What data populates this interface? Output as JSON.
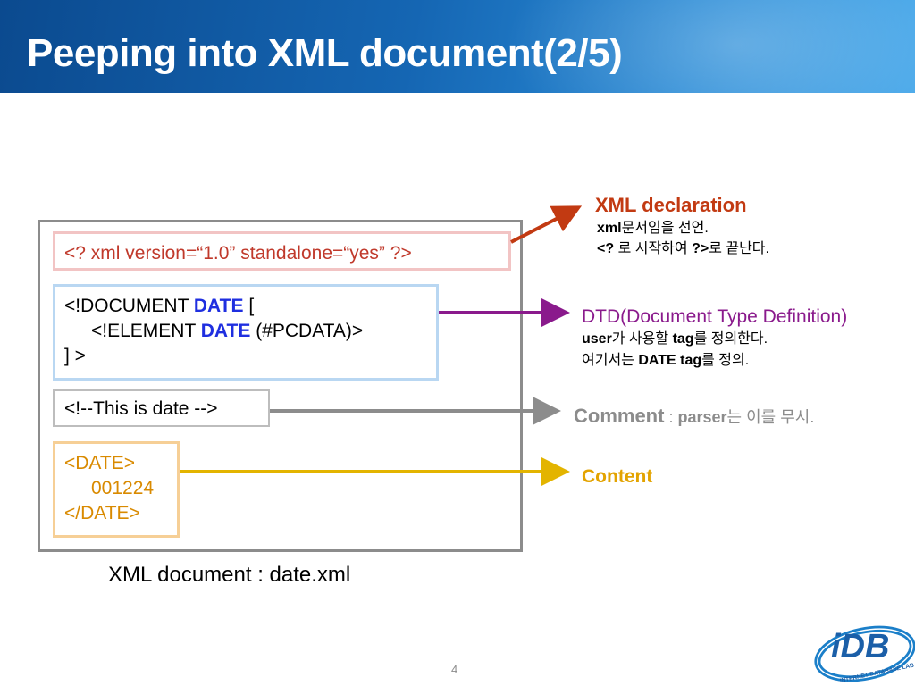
{
  "slide": {
    "title": "Peeping into XML document(2/5)",
    "page_number": "4",
    "caption": "XML document : date.xml"
  },
  "code": {
    "declaration": "<? xml version=“1.0” standalone=“yes” ?>",
    "dtd_line1_prefix": "<!DOCUMENT ",
    "dtd_line1_kw": "DATE",
    "dtd_line1_suffix": " [",
    "dtd_line2_prefix": "<!ELEMENT ",
    "dtd_line2_kw": "DATE",
    "dtd_line2_suffix": "  (#PCDATA)>",
    "dtd_line3": "] >",
    "comment": "<!--This is date -->",
    "content_open": "<DATE>",
    "content_value": "001224",
    "content_close": "</DATE>"
  },
  "labels": {
    "declaration": {
      "title": "XML declaration",
      "line1_bold": "xml",
      "line1_rest": "문서임을 선언.",
      "line2_bold_a": "<?",
      "line2_mid": " 로 시작하여 ",
      "line2_bold_b": "?>",
      "line2_rest": "로 끝난다."
    },
    "dtd": {
      "title": "DTD(Document Type Definition)",
      "line1_bold_a": "user",
      "line1_mid": "가 사용할 ",
      "line1_bold_b": "tag",
      "line1_rest": "를 정의한다.",
      "line2_prefix": "여기서는 ",
      "line2_bold": "DATE tag",
      "line2_rest": "를 정의."
    },
    "comment": {
      "title": "Comment",
      "sep": " : ",
      "bold": "parser",
      "rest": "는 이를 무시."
    },
    "content": {
      "title": "Content"
    }
  },
  "logo": {
    "text": "iDB",
    "ring_text": "INTERNET DATABASE LAB"
  },
  "colors": {
    "declaration": "#c23a12",
    "dtd": "#8a1a8c",
    "comment": "#8c8c8c",
    "content": "#e3a300",
    "keyword": "#1f2fe0",
    "title_bar": "#1566b3"
  }
}
